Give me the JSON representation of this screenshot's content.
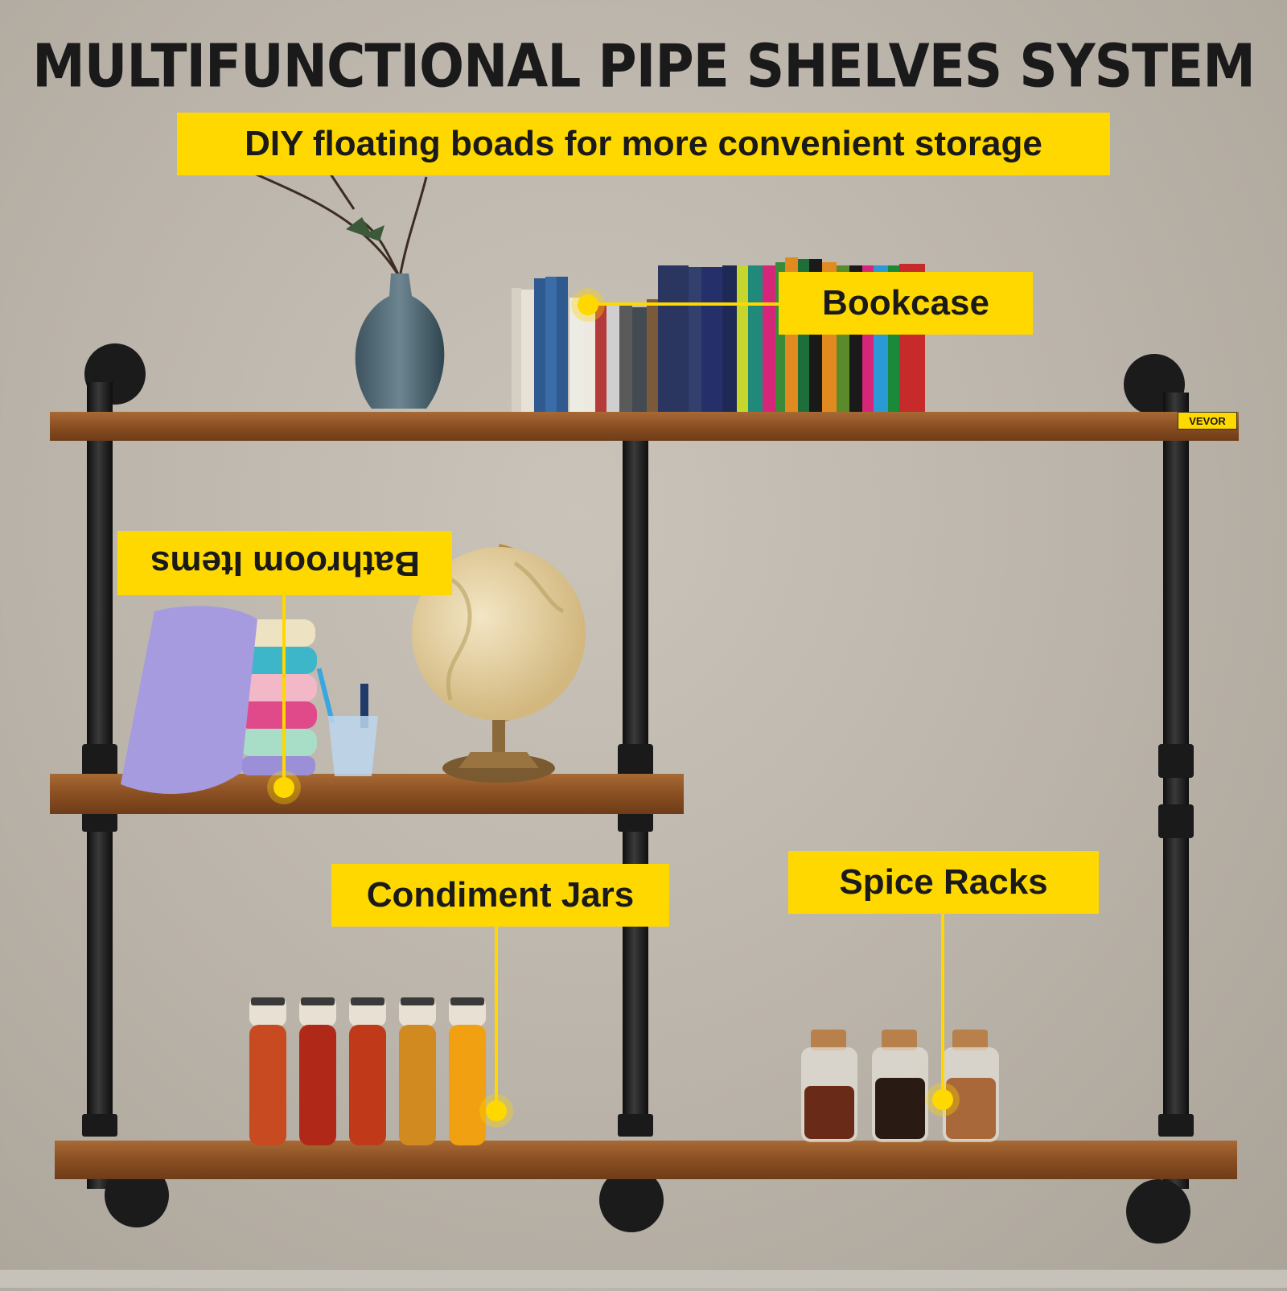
{
  "headline": "MULTIFUNCTIONAL PIPE SHELVES SYSTEM",
  "subtitle": "DIY floating boads for more convenient storage",
  "labels": {
    "bookcase": "Bookcase",
    "bathroom": "Bathroom Items",
    "condiment": "Condiment Jars",
    "spice": "Spice Racks"
  },
  "brand": "VEVOR",
  "colors": {
    "accent_yellow": "#ffd800",
    "wall": "#bdb6ac",
    "wood": "#9a5a2a",
    "pipe": "#1c1c1c"
  }
}
